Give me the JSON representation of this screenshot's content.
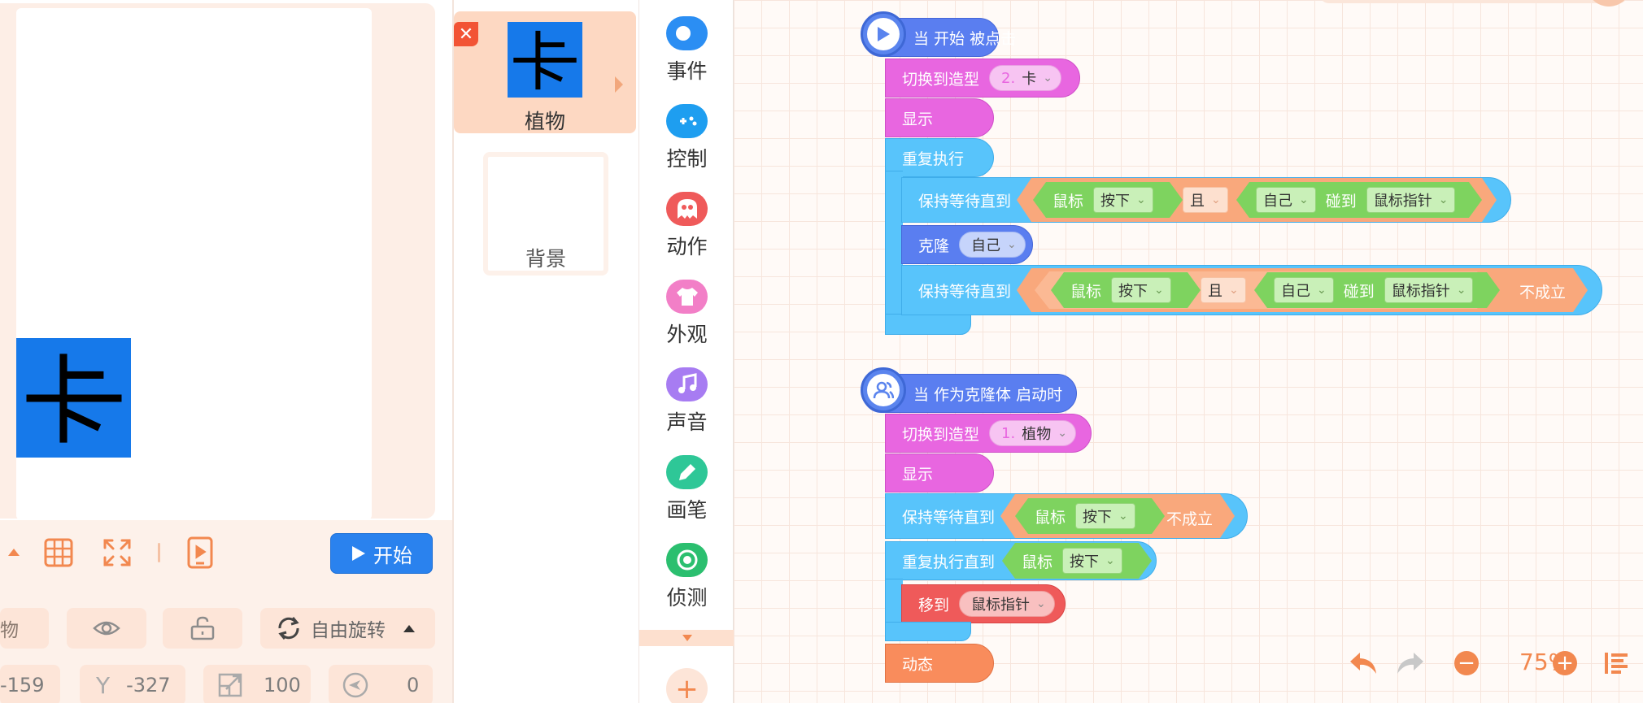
{
  "stage": {
    "toolbar": {
      "start_label": "开始"
    },
    "props": {
      "name_partial": "物",
      "rotation_label": "自由旋转",
      "x_value": "-159",
      "y_label": "Y",
      "y_value": "-327",
      "size_value": "100",
      "direction_value": "0"
    }
  },
  "sprites": {
    "selected": {
      "name": "植物",
      "glyph": "卡"
    },
    "background": {
      "name": "背景"
    }
  },
  "categories": [
    {
      "label": "事件",
      "color": "#2b8ef3",
      "icon": "toggle-icon"
    },
    {
      "label": "控制",
      "color": "#1e9ef0",
      "icon": "gamepad-icon"
    },
    {
      "label": "动作",
      "color": "#ef5a5a",
      "icon": "ghost-icon"
    },
    {
      "label": "外观",
      "color": "#f27fc7",
      "icon": "shirt-icon"
    },
    {
      "label": "声音",
      "color": "#a77cf2",
      "icon": "music-icon"
    },
    {
      "label": "画笔",
      "color": "#2ec797",
      "icon": "pen-icon"
    },
    {
      "label": "侦测",
      "color": "#2bbf6f",
      "icon": "target-icon"
    }
  ],
  "script1": {
    "hat": "当 开始 被点击",
    "switch_costume": "切换到造型",
    "costume_num": "2.",
    "costume_name": "卡",
    "show": "显示",
    "repeat": "重复执行",
    "wait_until": "保持等待直到",
    "mouse": "鼠标",
    "pressed": "按下",
    "and": "且",
    "self": "自己",
    "touch": "碰到",
    "mouse_pointer": "鼠标指针",
    "clone": "克隆",
    "clone_target": "自己",
    "wait_until_2": "保持等待直到",
    "not": "不成立"
  },
  "script2": {
    "hat": "当 作为克隆体 启动时",
    "switch_costume": "切换到造型",
    "costume_num": "1.",
    "costume_name": "植物",
    "show": "显示",
    "wait_until": "保持等待直到",
    "mouse": "鼠标",
    "pressed": "按下",
    "not": "不成立",
    "repeat_until": "重复执行直到",
    "move_to": "移到",
    "move_target": "鼠标指针",
    "anim": "动态"
  },
  "workspace": {
    "zoom": "75%"
  }
}
